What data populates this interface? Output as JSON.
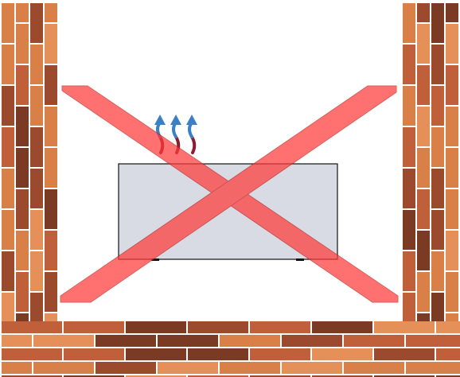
{
  "scene": {
    "background": "#ffffff",
    "brick_colors": [
      "#9c4a2e",
      "#c0603a",
      "#d98048",
      "#7a3a24",
      "#e49058"
    ],
    "mortar_color": "#ffffff",
    "heater": {
      "fill": "#d9dbe4",
      "stroke": "#111111",
      "heat_arrow_count": 3,
      "heat_arrow_color": "#3b7fc4",
      "heat_tail_color": "#8b1e2e"
    },
    "cross_mark": {
      "color": "#ff3b3b",
      "opacity": 0.72,
      "meaning": "not allowed"
    }
  }
}
